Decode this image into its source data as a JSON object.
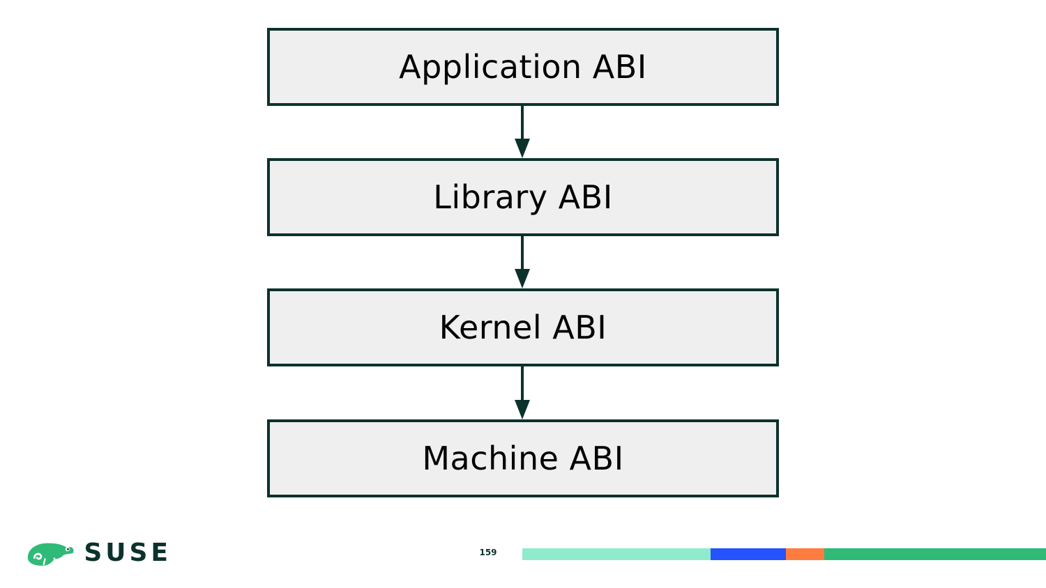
{
  "diagram": {
    "boxes": [
      {
        "label": "Application ABI"
      },
      {
        "label": "Library ABI"
      },
      {
        "label": "Kernel ABI"
      },
      {
        "label": "Machine ABI"
      }
    ],
    "arrows": [
      {
        "from": "Application ABI",
        "to": "Library ABI"
      },
      {
        "from": "Library ABI",
        "to": "Kernel ABI"
      },
      {
        "from": "Kernel ABI",
        "to": "Machine ABI"
      }
    ]
  },
  "footer": {
    "brand": "SUSE",
    "page_number": "159"
  },
  "colors": {
    "box_fill": "#efefef",
    "box_border": "#0c322c",
    "arrow": "#0c322c",
    "brand_green": "#30ba78",
    "stripe": [
      "#90ebcd",
      "#2453ff",
      "#fe7c3f",
      "#30ba78"
    ]
  }
}
